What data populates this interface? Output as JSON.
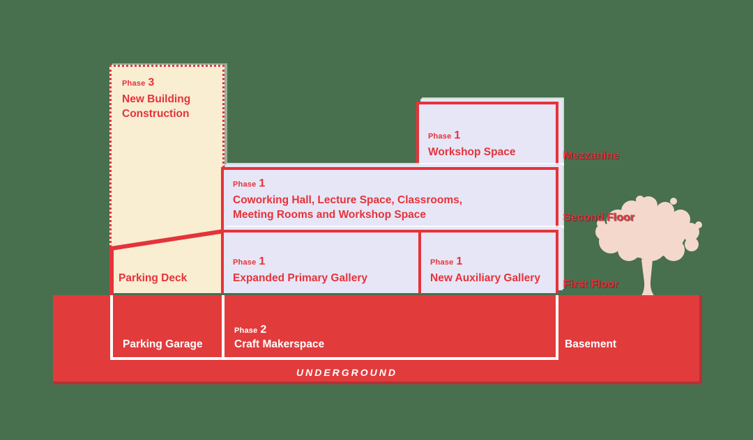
{
  "colors": {
    "background_green": "#48704F",
    "red_line_text": "#E5333A",
    "underground_red": "#E23B3C",
    "underground_shadow_red": "#B53134",
    "phase3_cream": "#F9EDD2",
    "phase1_lavender": "#E7E6F7",
    "white": "#FFFFFF",
    "tree_pink": "#F4D8CC"
  },
  "phase3": {
    "phase_word": "Phase",
    "phase_number": "3",
    "name": "New Building Construction"
  },
  "rooms": {
    "workshop": {
      "phase_word": "Phase",
      "phase_number": "1",
      "name": "Workshop Space"
    },
    "coworking": {
      "phase_word": "Phase",
      "phase_number": "1",
      "name_line1": "Coworking Hall, Lecture Space, Classrooms,",
      "name_line2": "Meeting Rooms and Workshop Space"
    },
    "gallery_primary": {
      "phase_word": "Phase",
      "phase_number": "1",
      "name": "Expanded Primary Gallery"
    },
    "gallery_auxiliary": {
      "phase_word": "Phase",
      "phase_number": "1",
      "name": "New Auxiliary Gallery"
    }
  },
  "parking_deck": {
    "name": "Parking Deck"
  },
  "floor_labels": {
    "mezzanine": "Mezzanine",
    "second_floor": "Second Floor",
    "first_floor": "First Floor"
  },
  "underground": {
    "parking_garage": "Parking Garage",
    "phase_word": "Phase",
    "phase_number": "2",
    "craft_makerspace": "Craft Makerspace",
    "basement": "Basement",
    "caption": "UNDERGROUND"
  }
}
